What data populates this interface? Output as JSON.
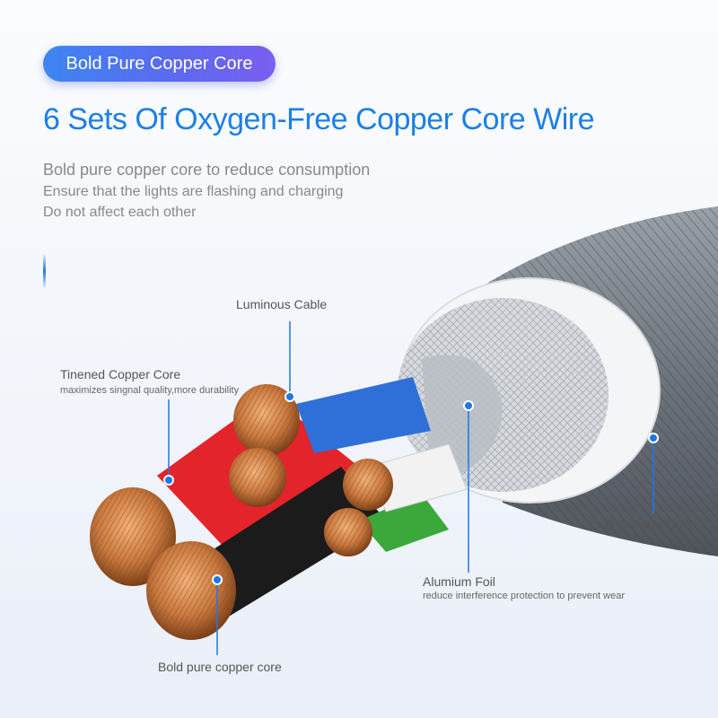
{
  "badge": "Bold Pure Copper Core",
  "headline": "6 Sets Of Oxygen-Free Copper Core Wire",
  "subtext": [
    "Bold pure copper core to reduce consumption",
    "Ensure that the lights are flashing and charging",
    "Do not affect each other"
  ],
  "callouts": {
    "luminous_cable": "Luminous Cable",
    "tinned_copper_core": "Tinened Copper Core",
    "tinned_copper_core_note": "maximizes singnal quality,more durability",
    "tpe_outer_quilt": "TPE Outer Quilt",
    "aluminium_foil": "Alumium Foil",
    "aluminium_foil_note": "reduce interference protection to prevent wear",
    "bold_copper_core": "Bold pure copper core"
  },
  "colors": {
    "accent": "#1d7fe6",
    "badge_start": "#3d86f2",
    "badge_end": "#7a5ff0",
    "callout_line": "#1e78e6",
    "wire_colors": [
      "#e3242b",
      "#2f6fd8",
      "#1b1b1b",
      "#3aa83a",
      "#f2f2f2"
    ],
    "copper": "#c8783e"
  }
}
